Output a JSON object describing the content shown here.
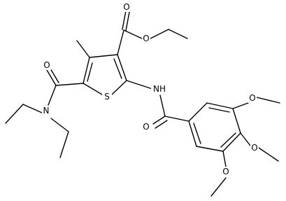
{
  "structure": {
    "atom_labels": {
      "O_ester_carbonyl": "O",
      "O_ester_ether": "O",
      "O_amide_left": "O",
      "N_diethyl": "N",
      "S_ring": "S",
      "NH": "NH",
      "O_amide_right": "O",
      "O_methoxy_top": "O",
      "O_methoxy_middle": "O",
      "O_methoxy_bottom": "O"
    }
  },
  "colors": {
    "bond": "#000000",
    "label": "#000000",
    "background": "#ffffff"
  }
}
